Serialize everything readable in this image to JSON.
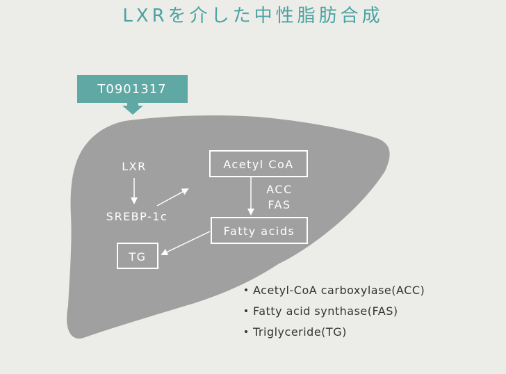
{
  "title": "LXRを介した中性脂肪合成",
  "drug": "T0901317",
  "nodes": {
    "lxr": "LXR",
    "srebp": "SREBP-1c",
    "acetyl_coa": "Acetyl CoA",
    "fatty_acids": "Fatty acids",
    "tg": "TG"
  },
  "enzymes": {
    "acc": "ACC",
    "fas": "FAS"
  },
  "legend": [
    "Acetyl-CoA carboxylase(ACC)",
    "Fatty acid synthase(FAS)",
    "Triglyceride(TG)"
  ],
  "colors": {
    "title": "#4aa3a2",
    "drug_box": "#5fa8a4",
    "liver": "#a0a0a0",
    "background": "#ecece8"
  }
}
